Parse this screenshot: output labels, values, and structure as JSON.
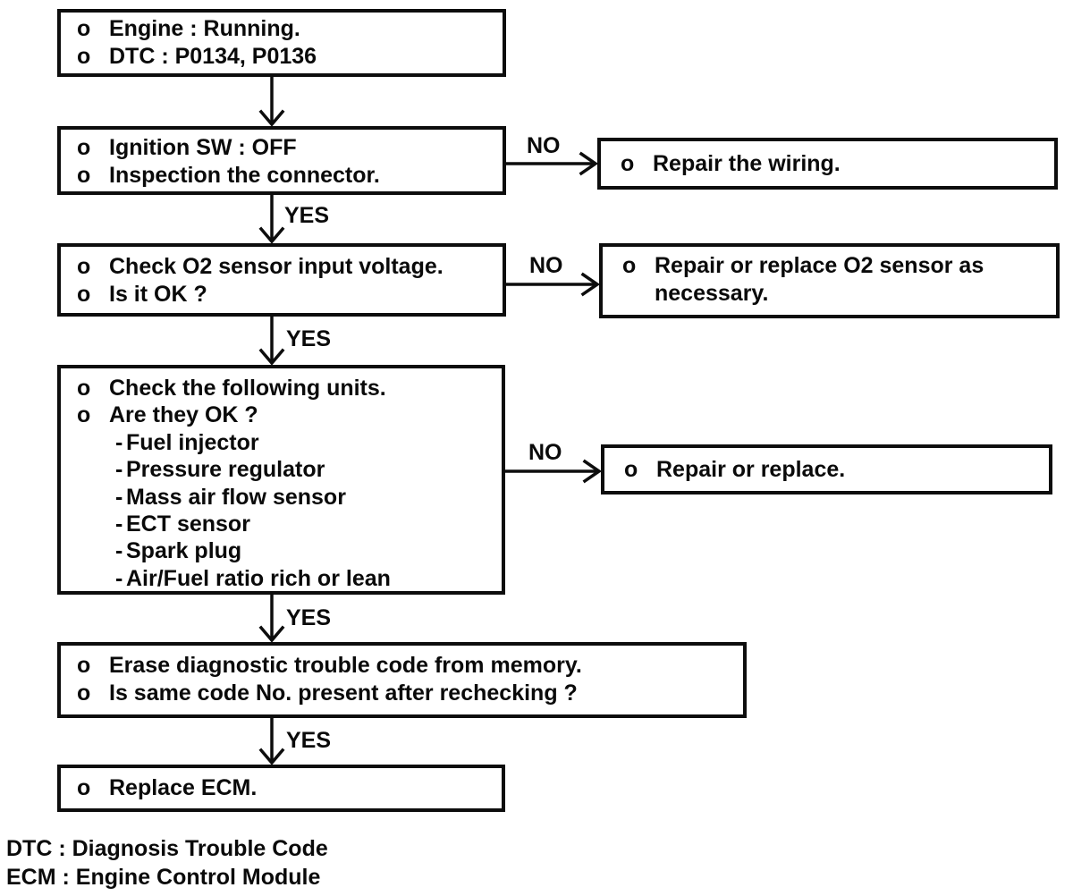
{
  "flowchart": {
    "bullet": "o",
    "dash": "-",
    "labels": {
      "yes": "YES",
      "no": "NO"
    },
    "colors": {
      "ink": "#0d0d0d",
      "background": "#ffffff"
    },
    "start_box": {
      "line1": "Engine : Running.",
      "line2": "DTC : P0134, P0136"
    },
    "ignition_box": {
      "line1": "Ignition SW : OFF",
      "line2": "Inspection the connector."
    },
    "o2_check_box": {
      "line1": "Check O2 sensor input voltage.",
      "line2": "Is it OK ?"
    },
    "units_box": {
      "line1": "Check the following units.",
      "line2": "Are they OK ?",
      "items": [
        "Fuel injector",
        "Pressure regulator",
        "Mass air flow sensor",
        "ECT sensor",
        "Spark plug",
        "Air/Fuel ratio rich or lean"
      ]
    },
    "erase_box": {
      "line1": "Erase diagnostic trouble code from memory.",
      "line2": "Is same code No. present after rechecking ?"
    },
    "replace_ecm_box": {
      "line1": "Replace ECM."
    },
    "repair_wiring_box": {
      "line1": "Repair the wiring."
    },
    "repair_o2_box": {
      "line1": "Repair or replace O2 sensor as necessary."
    },
    "repair_replace_box": {
      "line1": "Repair or replace."
    },
    "footnotes": {
      "dtc": "DTC : Diagnosis Trouble Code",
      "ecm": "ECM : Engine Control Module"
    }
  }
}
